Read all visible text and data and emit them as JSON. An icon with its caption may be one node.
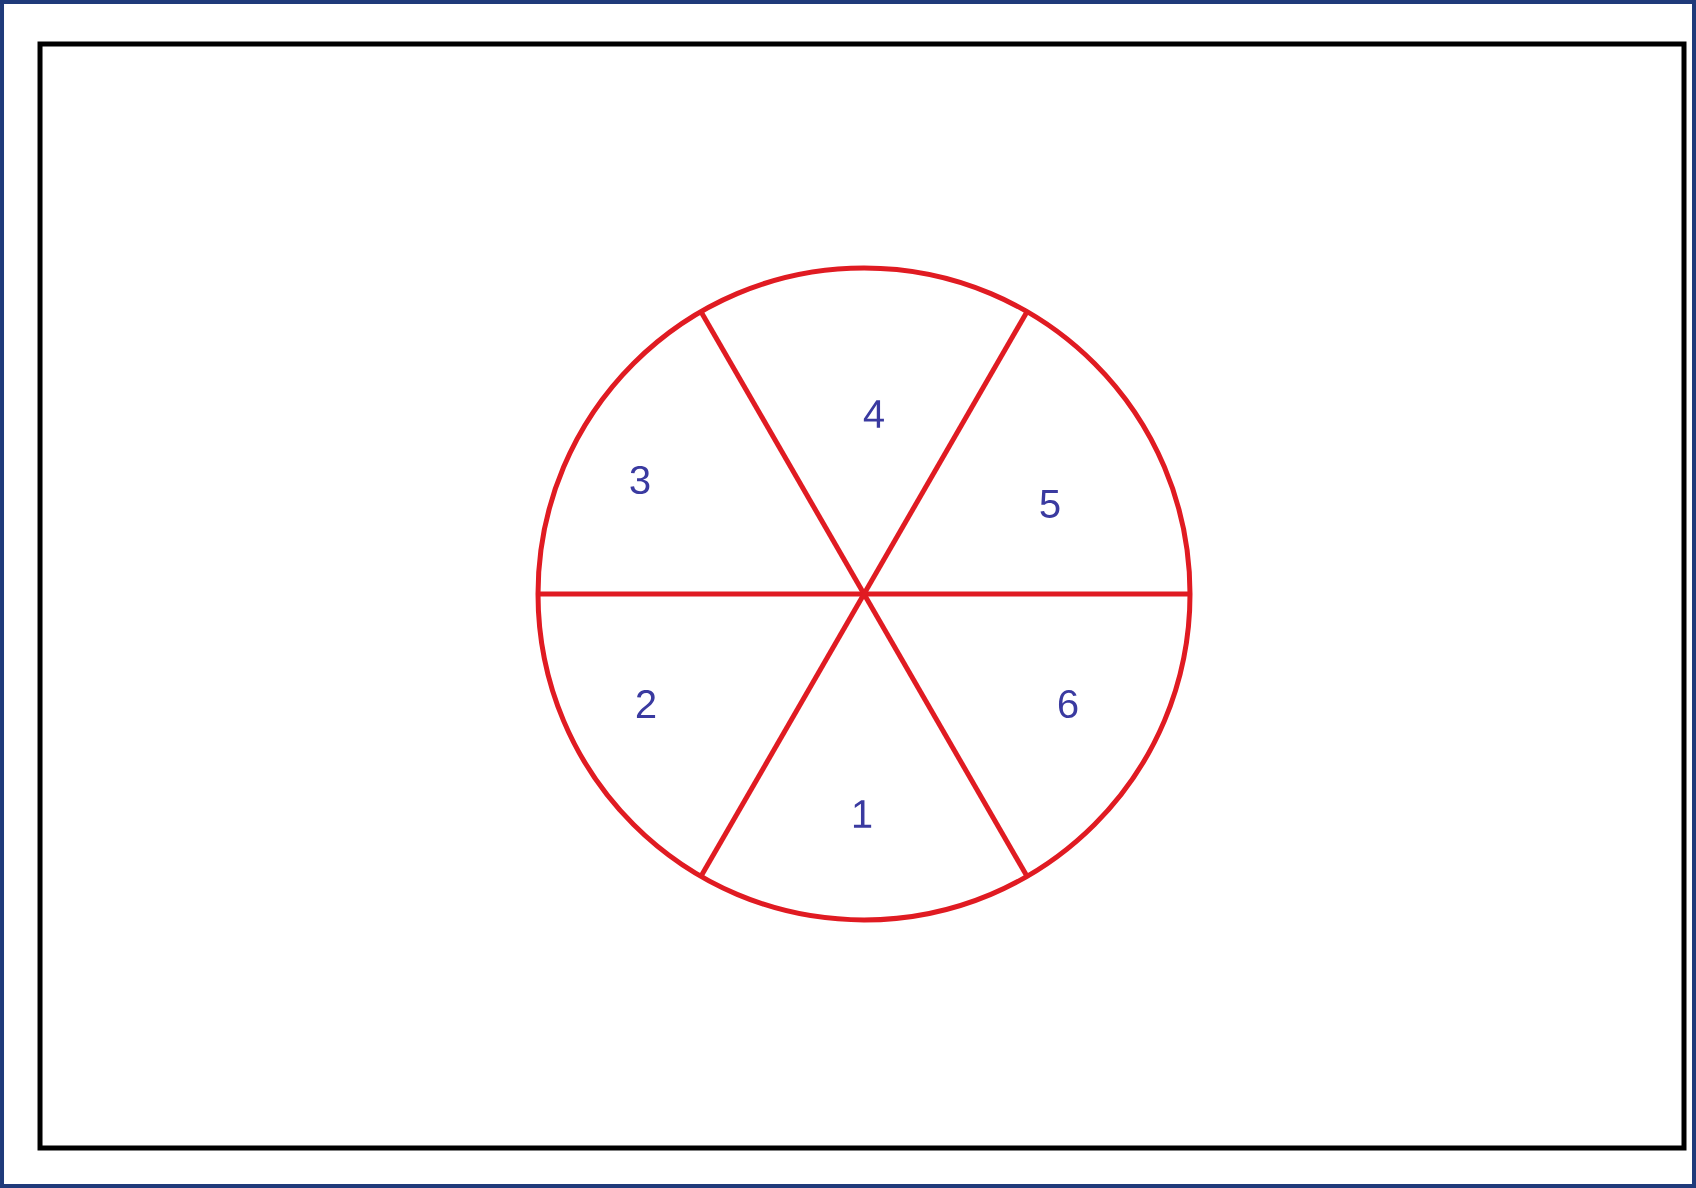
{
  "diagram": {
    "labels": [
      "4",
      "3",
      "5",
      "2",
      "6",
      "1"
    ]
  }
}
